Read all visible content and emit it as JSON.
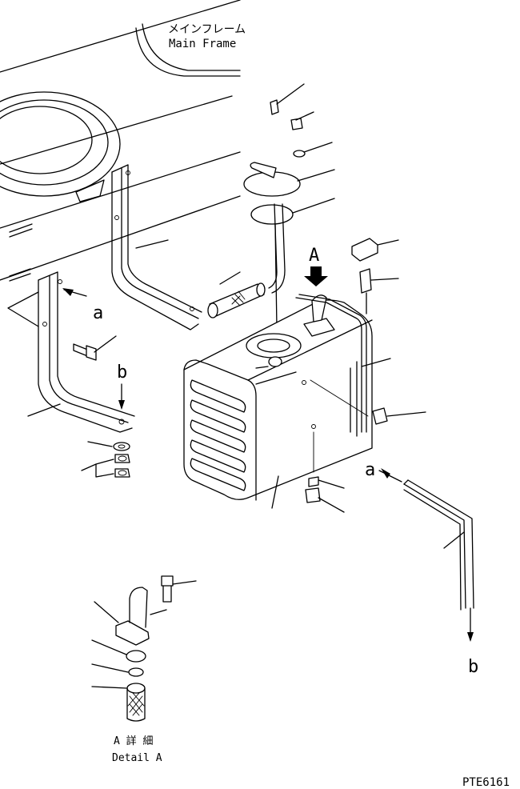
{
  "labels": {
    "main_frame_jp": "メインフレーム",
    "main_frame_en": "Main Frame",
    "view_a": "A",
    "ref_a": "a",
    "ref_b": "b",
    "detail_jp": "A 詳 細",
    "detail_en": "Detail A",
    "drawing_code": "PTE6161"
  },
  "parts": [
    {
      "name": "fuel-tank",
      "icon": "tank-icon"
    },
    {
      "name": "filler-cap",
      "icon": "cap-icon"
    },
    {
      "name": "strainer",
      "icon": "strainer-icon"
    },
    {
      "name": "mounting-bracket",
      "icon": "bracket-icon"
    },
    {
      "name": "fuel-hose",
      "icon": "hose-icon"
    },
    {
      "name": "fuel-filter",
      "icon": "filter-icon"
    },
    {
      "name": "bolt",
      "icon": "bolt-icon"
    },
    {
      "name": "washer",
      "icon": "washer-icon"
    },
    {
      "name": "drain-plug",
      "icon": "plug-icon"
    }
  ]
}
